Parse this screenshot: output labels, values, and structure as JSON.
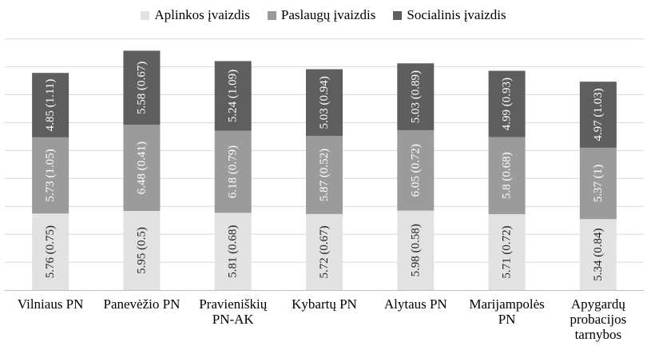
{
  "chart_data": {
    "type": "bar",
    "stacked": true,
    "title": "",
    "xlabel": "",
    "ylabel": "",
    "categories": [
      [
        "Vilniaus PN"
      ],
      [
        "Panevėžio PN"
      ],
      [
        "Pravieniškių",
        "PN-AK"
      ],
      [
        "Kybartų PN"
      ],
      [
        "Alytaus PN"
      ],
      [
        "Marijampolės",
        "PN"
      ],
      [
        "Apygardų",
        "probacijos",
        "tarnybos"
      ]
    ],
    "ylim": [
      0,
      19
    ],
    "grid": true,
    "legend_position": "top",
    "series": [
      {
        "name": "Aplinkos įvaizdis",
        "color": "#e2e2e2",
        "text_color": "#222222",
        "values": [
          5.76,
          5.95,
          5.81,
          5.72,
          5.98,
          5.71,
          5.34
        ],
        "labels": [
          "5.76 (0.75)",
          "5.95 (0.5)",
          "5.81 (0.68)",
          "5.72 (0.67)",
          "5.98 (0.58)",
          "5.71 (0.72)",
          "5.34 (0.84)"
        ]
      },
      {
        "name": "Paslaugų įvaizdis",
        "color": "#9b9b9b",
        "text_color": "#ffffff",
        "values": [
          5.73,
          6.48,
          6.18,
          5.87,
          6.05,
          5.8,
          5.37
        ],
        "labels": [
          "5.73 (1.05)",
          "6.48 (0.41)",
          "6.18 (0.79)",
          "5.87 (0.52)",
          "6.05 (0.72)",
          "5.8 (0.68)",
          "5.37 (1)"
        ]
      },
      {
        "name": "Socialinis įvaizdis",
        "color": "#5e5e5e",
        "text_color": "#ffffff",
        "values": [
          4.85,
          5.58,
          5.24,
          5.03,
          5.03,
          4.99,
          4.97
        ],
        "labels": [
          "4.85 (1.11)",
          "5.58 (0.67)",
          "5.24 (1.09)",
          "5.03 (0.94)",
          "5.03 (0.89)",
          "4.99 (0.93)",
          "4.97 (1.03)"
        ]
      }
    ]
  }
}
